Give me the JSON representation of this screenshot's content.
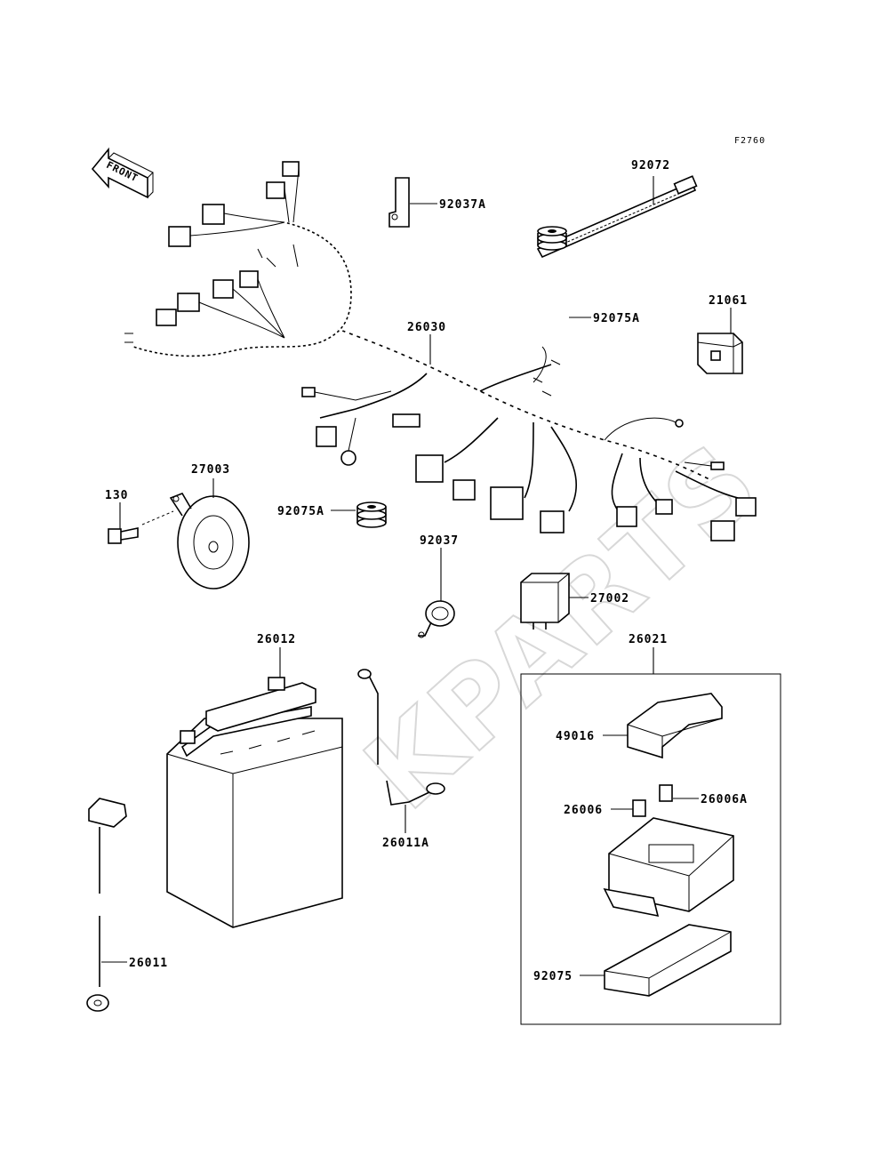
{
  "figure_ref": "F2760",
  "front_label": "FRONT",
  "watermark": "KPARTS",
  "parts": {
    "p92072": "92072",
    "p92037A": "92037A",
    "p92075A_top": "92075A",
    "p21061": "21061",
    "p26030": "26030",
    "p27003": "27003",
    "p130": "130",
    "p92075A_mid": "92075A",
    "p92037": "92037",
    "p27002": "27002",
    "p26012": "26012",
    "p26021": "26021",
    "p49016": "49016",
    "p26006": "26006",
    "p26006A": "26006A",
    "p26011A": "26011A",
    "p26011": "26011",
    "p92075": "92075"
  }
}
